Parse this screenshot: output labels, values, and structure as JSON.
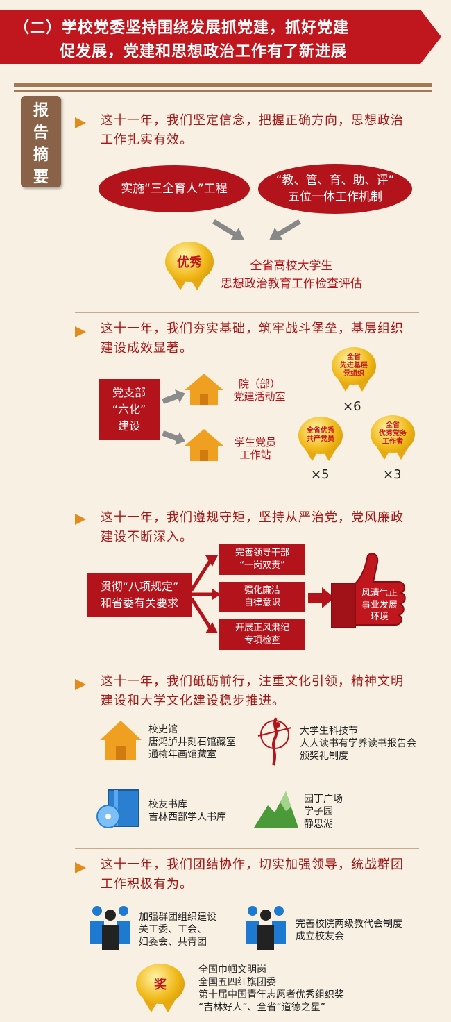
{
  "banner": {
    "line1": "（二）学校党委坚持围绕发展抓党建，抓好党建",
    "line2": "促发展，党建和思想政治工作有了新进展"
  },
  "tag": {
    "chars": [
      "报",
      "告",
      "摘",
      "要"
    ]
  },
  "section1": {
    "heading": "这十一年，我们坚定信念，把握正确方向，思想政治工作扎实有效。",
    "ellipse_left": "实施“三全育人”工程",
    "ellipse_right_line1": "“教、管、育、助、评”",
    "ellipse_right_line2": "五位一体工作机制",
    "medal_label": "优秀",
    "result_line1": "全省高校大学生",
    "result_line2": "思想政治教育工作检查评估"
  },
  "section2": {
    "heading": "这十一年，我们夯实基础，筑牢战斗堡垒，基层组织建设成效显著。",
    "box_line1": "党支部",
    "box_line2": "“六化”",
    "box_line3": "建设",
    "house1_line1": "院（部）",
    "house1_line2": "党建活动室",
    "house2_line1": "学生党员",
    "house2_line2": "工作站",
    "medal1_line1": "全省",
    "medal1_line2": "先进基层",
    "medal1_line3": "党组织",
    "medal1_count": "×6",
    "medal2_line1": "全省优秀",
    "medal2_line2": "共产党员",
    "medal2_count": "×5",
    "medal3_line1": "全省",
    "medal3_line2": "优秀党务",
    "medal3_line3": "工作者",
    "medal3_count": "×3"
  },
  "section3": {
    "heading": "这十一年，我们遵规守矩，坚持从严治党，党风廉政建设不断深入。",
    "left_line1": "贯彻“八项规定”",
    "left_line2": "和省委有关要求",
    "item1_line1": "完善领导干部",
    "item1_line2": "“一岗双责”",
    "item2_line1": "强化廉洁",
    "item2_line2": "自律意识",
    "item3_line1": "开展正风肃纪",
    "item3_line2": "专项检查",
    "thumb_line1": "风清气正",
    "thumb_line2": "事业发展",
    "thumb_line3": "环境"
  },
  "section4": {
    "heading": "这十一年，我们砥砺前行，注重文化引领，精神文明建设和大学文化建设稳步推进。",
    "g1": [
      "校史馆",
      "唐鸿胪井刻石馆藏室",
      "通榆年画馆藏室"
    ],
    "g2": [
      "大学生科技节",
      "人人读书有学养读书报告会",
      "颁奖礼制度"
    ],
    "g3": [
      "校友书库",
      "吉林西部学人书库"
    ],
    "g4": [
      "园丁广场",
      "学子园",
      "静思湖"
    ]
  },
  "section5": {
    "heading": "这十一年，我们团结协作，切实加强领导，统战群团工作积极有为。",
    "g1": [
      "加强群团组织建设",
      "关工委、工会、",
      "妇委会、共青团"
    ],
    "g2": [
      "完善校院两级教代会制度",
      "成立校友会"
    ],
    "medal_label": "奖",
    "awards": [
      "全国巾帼文明岗",
      "全国五四红旗团委",
      "第十届中国青年志愿者优秀组织奖",
      "“吉林好人”、全省“道德之星”"
    ]
  },
  "colors": {
    "accent_red": "#b3131b",
    "brown": "#8a6248",
    "arrow_orange": "#e28a1a",
    "background": "#f8f0e2"
  }
}
